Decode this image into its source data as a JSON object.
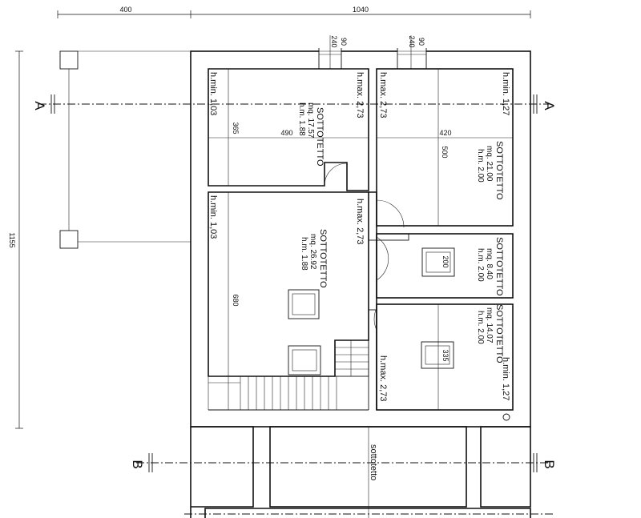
{
  "dimensions": {
    "top_left": "400",
    "top_right": "1040",
    "left_vertical": "1155",
    "window_left_a": "90",
    "window_left_b": "240",
    "window_right_a": "90",
    "window_right_b": "240",
    "room1_width": "490",
    "room1_height": "365",
    "room2_width": "420",
    "room2_height": "500",
    "room3_height": "680",
    "skylight_4": "200",
    "skylight_5": "335"
  },
  "section_marks": {
    "a_left": "A",
    "a_right": "A",
    "b_left": "B",
    "b_right": "B"
  },
  "heights": {
    "r1_min": "h.min. 1,03",
    "r1_max": "h.max. 2,73",
    "r2_max": "h.max. 2,73",
    "r2_min": "h.min. 1,27",
    "r3_min": "h.min. 1,03",
    "corridor_max": "h.max. 2,73",
    "r5_max": "h.max. 2,73",
    "r5_min": "h.min. 1,27"
  },
  "rooms": {
    "room1": {
      "name": "SOTTOTETTO",
      "area": "mq. 17.57",
      "hm": "h.m. 1.88"
    },
    "room2": {
      "name": "SOTTOTETTO",
      "area": "mq. 21.00",
      "hm": "h.m. 2.00"
    },
    "room3": {
      "name": "SOTTOTETTO",
      "area": "mq. 26.92",
      "hm": "h.m. 1.88"
    },
    "room4": {
      "name": "SOTTOTETTO",
      "area": "mq. 8.40",
      "hm": "h.m. 2.00"
    },
    "room5": {
      "name": "SOTTOTETTO",
      "area": "mq. 14.07",
      "hm": "h.m. 2.00"
    }
  },
  "lower": {
    "label": "sottotetto"
  }
}
